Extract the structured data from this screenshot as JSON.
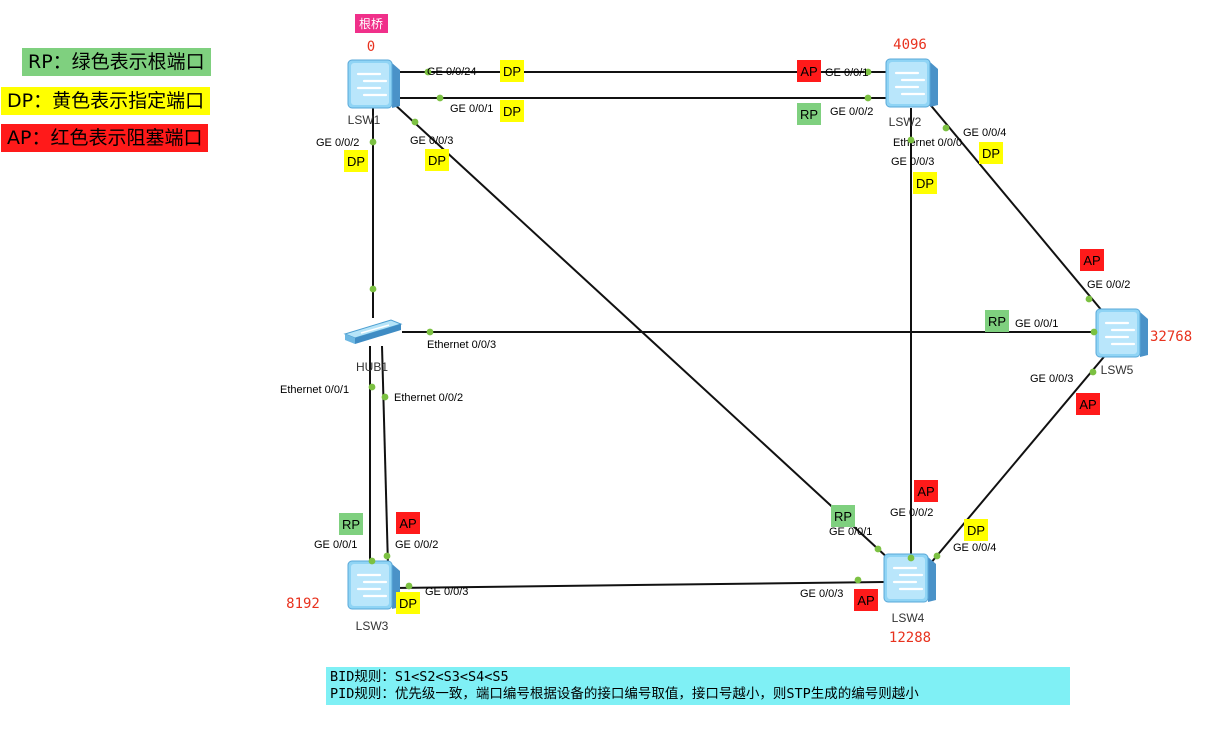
{
  "colors": {
    "rp": "#7fd07f",
    "dp": "#ffff00",
    "ap": "#ff1a1a",
    "root_badge": "#f0308a",
    "priority_text": "#e8321e",
    "link": "#111111",
    "port_dot": "#7cc142"
  },
  "legend": [
    {
      "text": "RP：绿色表示根端口",
      "kind": "rp"
    },
    {
      "text": "DP：黄色表示指定端口",
      "kind": "dp"
    },
    {
      "text": "AP：红色表示阻塞端口",
      "kind": "ap"
    }
  ],
  "root_badge": "根桥",
  "devices": [
    {
      "id": "lsw1",
      "label": "LSW1",
      "icon": "switch-icon",
      "priority": "0"
    },
    {
      "id": "lsw2",
      "label": "LSW2",
      "icon": "switch-icon",
      "priority": "4096"
    },
    {
      "id": "lsw3",
      "label": "LSW3",
      "icon": "switch-icon",
      "priority": "8192"
    },
    {
      "id": "lsw4",
      "label": "LSW4",
      "icon": "switch-icon",
      "priority": "12288"
    },
    {
      "id": "lsw5",
      "label": "LSW5",
      "icon": "switch-icon",
      "priority": "32768"
    },
    {
      "id": "hub1",
      "label": "HUB1",
      "icon": "hub-icon",
      "priority": ""
    }
  ],
  "links": [
    {
      "from": "lsw1",
      "to": "lsw2",
      "ports": [
        {
          "name": "GE 0/0/24",
          "role": "DP"
        },
        {
          "name": "GE 0/0/1",
          "role": "AP"
        }
      ]
    },
    {
      "from": "lsw1",
      "to": "lsw2",
      "ports": [
        {
          "name": "GE 0/0/1",
          "role": "DP"
        },
        {
          "name": "GE 0/0/2",
          "role": "RP"
        }
      ]
    },
    {
      "from": "lsw1",
      "to": "hub1",
      "ports": [
        {
          "name": "GE 0/0/2",
          "role": "DP"
        },
        {
          "name": "Ethernet 0/0/0",
          "role": ""
        }
      ]
    },
    {
      "from": "lsw1",
      "to": "lsw4",
      "ports": [
        {
          "name": "GE 0/0/3",
          "role": "DP"
        },
        {
          "name": "GE 0/0/1",
          "role": "RP"
        }
      ]
    },
    {
      "from": "lsw2",
      "to": "lsw4",
      "ports": [
        {
          "name": "GE 0/0/3",
          "role": "DP"
        },
        {
          "name": "GE 0/0/2",
          "role": "AP"
        }
      ]
    },
    {
      "from": "lsw2",
      "to": "lsw5",
      "ports": [
        {
          "name": "GE 0/0/4",
          "role": "DP"
        },
        {
          "name": "GE 0/0/2",
          "role": "AP"
        }
      ]
    },
    {
      "from": "hub1",
      "to": "lsw5",
      "ports": [
        {
          "name": "Ethernet 0/0/3",
          "role": ""
        },
        {
          "name": "GE 0/0/1",
          "role": "RP"
        }
      ]
    },
    {
      "from": "hub1",
      "to": "lsw3",
      "ports": [
        {
          "name": "Ethernet 0/0/1",
          "role": ""
        },
        {
          "name": "GE 0/0/1",
          "role": "RP"
        }
      ]
    },
    {
      "from": "hub1",
      "to": "lsw3",
      "ports": [
        {
          "name": "Ethernet 0/0/2",
          "role": ""
        },
        {
          "name": "GE 0/0/2",
          "role": "AP"
        }
      ]
    },
    {
      "from": "lsw3",
      "to": "lsw4",
      "ports": [
        {
          "name": "GE 0/0/3",
          "role": "DP"
        },
        {
          "name": "GE 0/0/3",
          "role": "AP"
        }
      ]
    },
    {
      "from": "lsw5",
      "to": "lsw4",
      "ports": [
        {
          "name": "GE 0/0/3",
          "role": "AP"
        },
        {
          "name": "GE 0/0/4",
          "role": "DP"
        }
      ]
    }
  ],
  "note": {
    "line1": "BID规则：S1<S2<S3<S4<S5",
    "line2": "PID规则：优先级一致，端口编号根据设备的接口编号取值，接口号越小，则STP生成的编号则越小"
  }
}
